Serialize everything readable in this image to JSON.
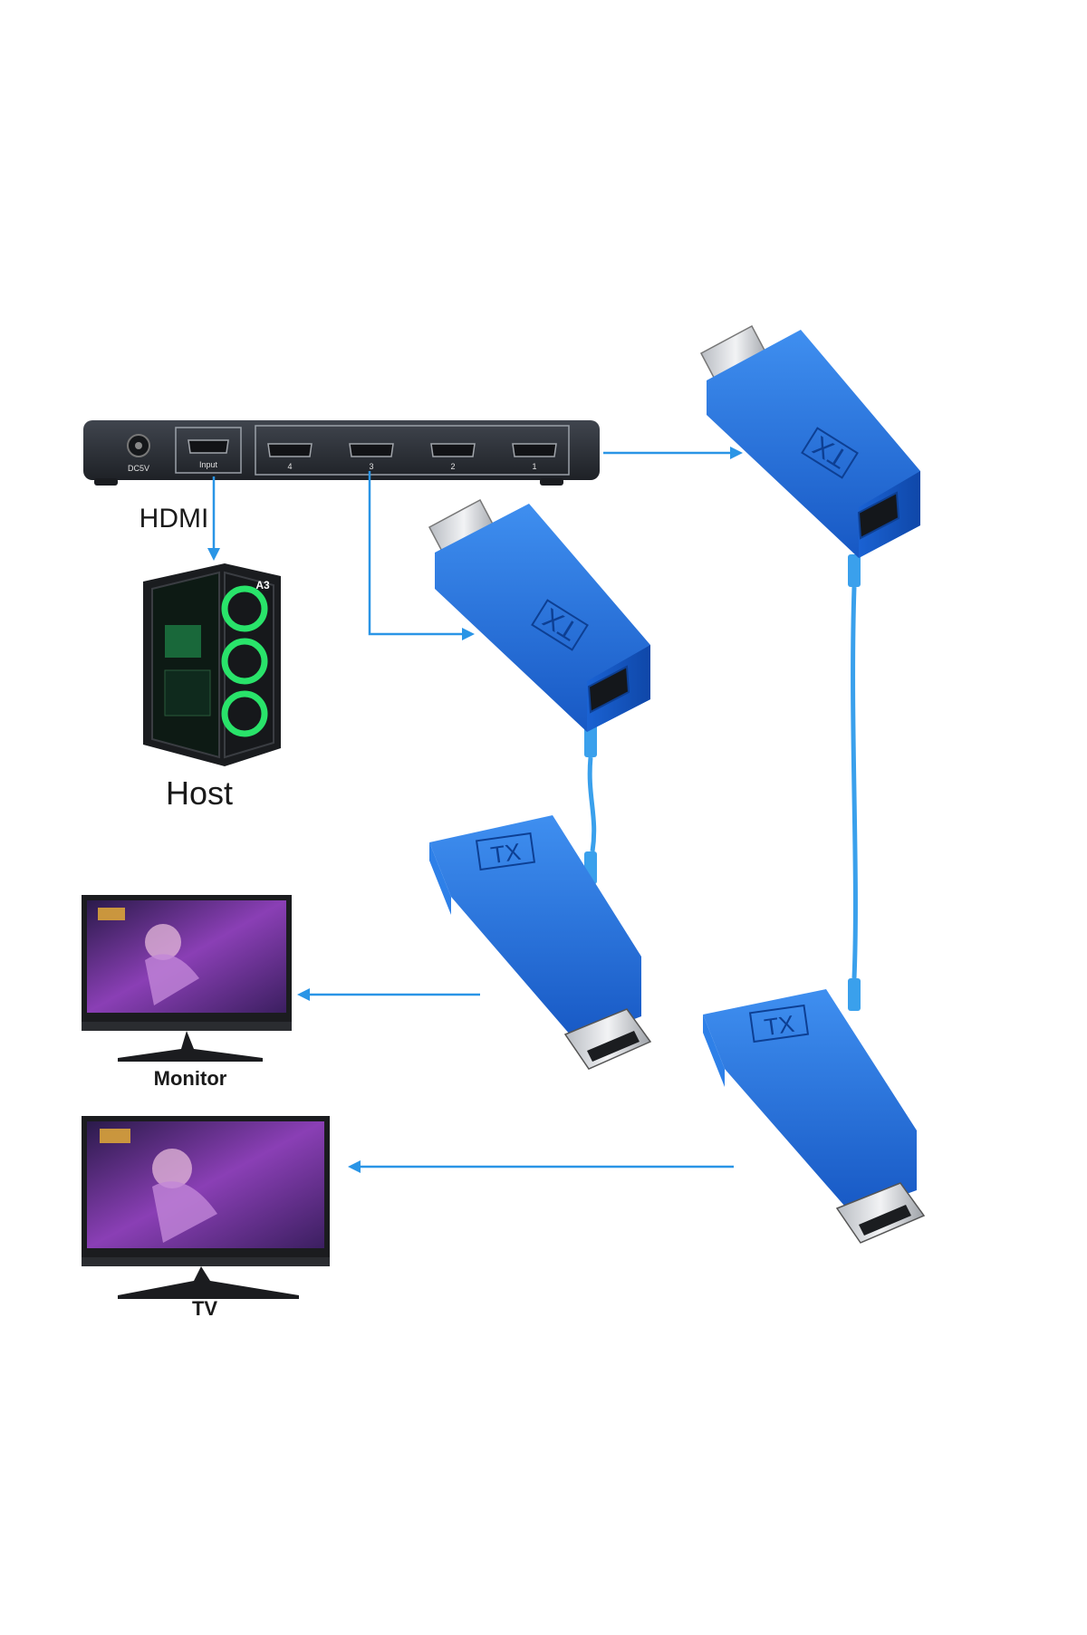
{
  "labels": {
    "hdmi": "HDMI",
    "host": "Host",
    "monitor": "Monitor",
    "tv": "TV"
  },
  "splitter": {
    "power_label": "DC5V",
    "input_label": "Input",
    "output_ports": [
      "4",
      "3",
      "2",
      "1"
    ]
  },
  "extenders": {
    "tx_label": "TX",
    "rx_label": "TX"
  },
  "host_case": {
    "badge": "A3"
  },
  "colors": {
    "accent_blue": "#2a95e6",
    "extender_blue": "#1f6fd9",
    "device_dark": "#2b2f36",
    "screen_purple": "#7a3fa0"
  }
}
